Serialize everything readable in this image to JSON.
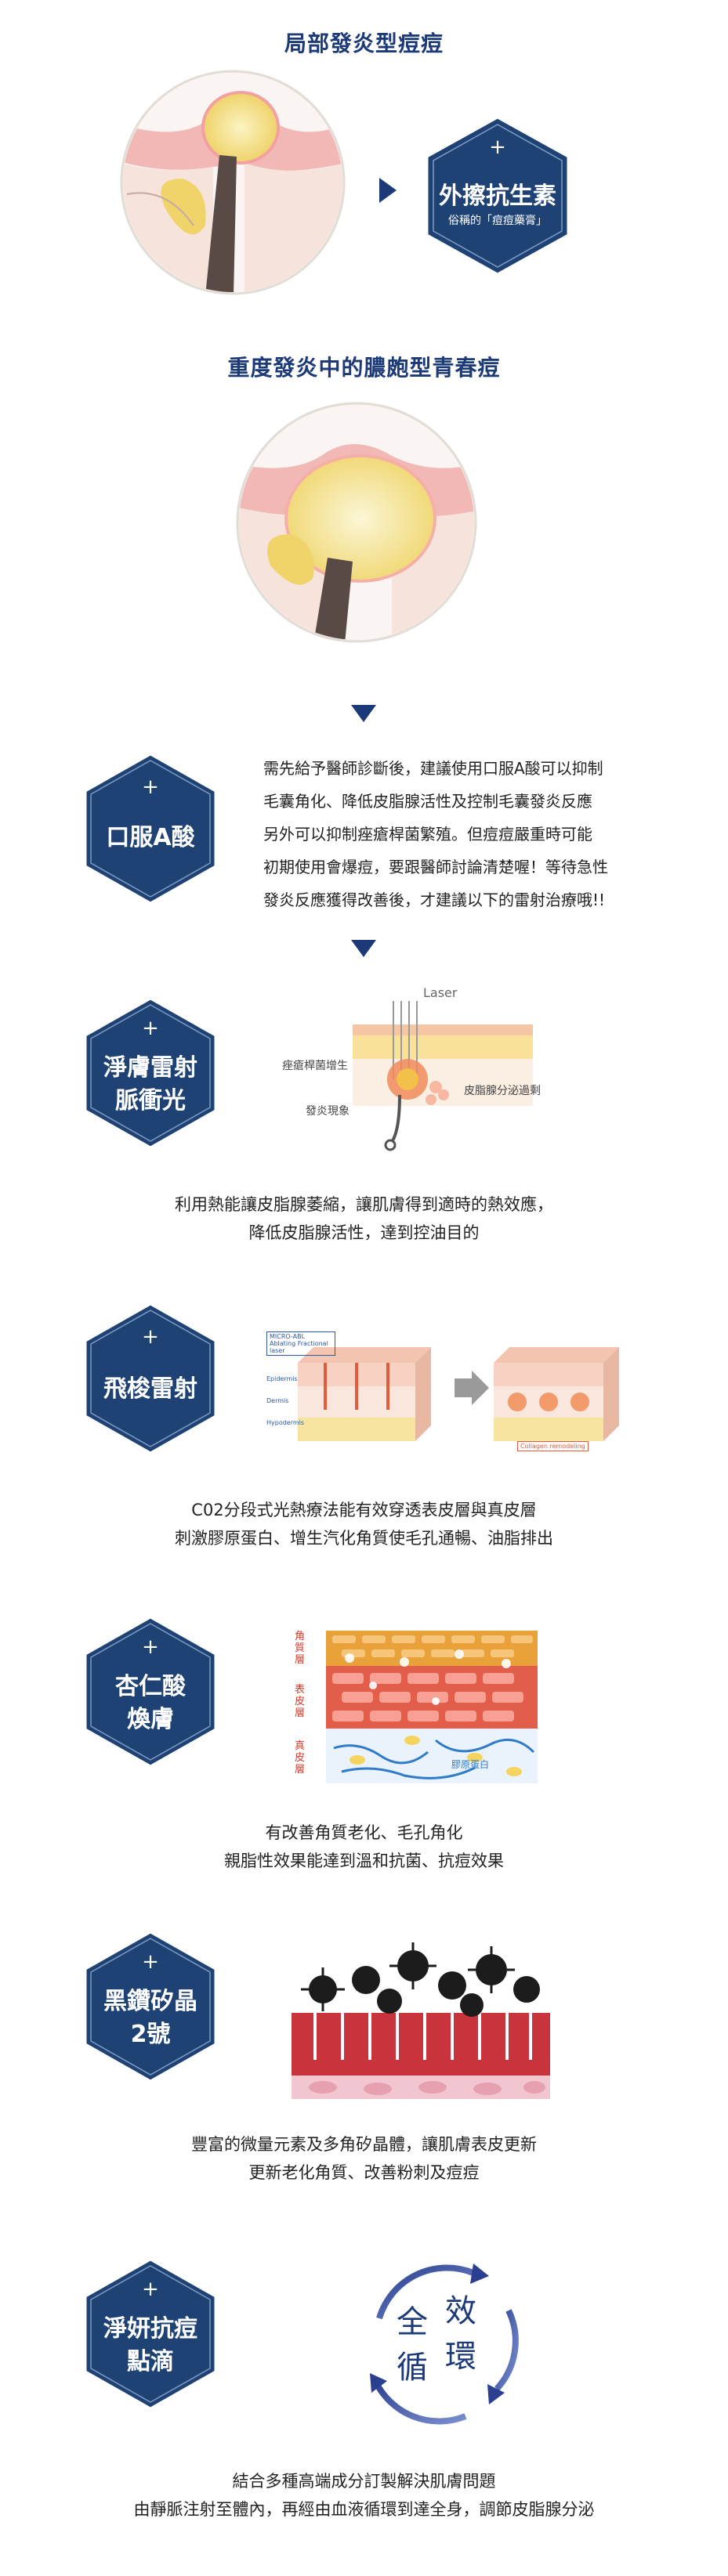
{
  "sections": {
    "local_acne": {
      "heading": "局部發炎型痘痘"
    },
    "topical": {
      "title": "外擦抗生素",
      "subtitle": "俗稱的「痘痘藥膏」"
    },
    "severe_acne": {
      "heading": "重度發炎中的膿皰型青春痘"
    },
    "oral": {
      "title": "口服A酸",
      "lines": [
        "需先給予醫師診斷後，建議使用口服A酸可以抑制",
        "毛囊角化、降低皮脂腺活性及控制毛囊發炎反應",
        "另外可以抑制痤瘡桿菌繁殖。但痘痘嚴重時可能",
        "初期使用會爆痘，要跟醫師討論清楚喔！等待急性",
        "發炎反應獲得改善後，才建議以下的雷射治療哦!!"
      ]
    },
    "laser_pulse": {
      "title_lines": [
        "淨膚雷射",
        "脈衝光"
      ],
      "diagram_labels": {
        "laser": "Laser",
        "bacteria": "痤瘡桿菌增生",
        "inflammation": "發炎現象",
        "sebum": "皮脂腺分泌過剩"
      },
      "desc": [
        "利用熱能讓皮脂腺萎縮，讓肌膚得到適時的熱效應，",
        "降低皮脂腺活性，達到控油目的"
      ]
    },
    "fraxel": {
      "title": "飛梭雷射",
      "diagram_labels": {
        "tag1": "MICRO-ABL Ablating Fractional laser",
        "tag2": "Collagen remodeling",
        "layer1": "Epidermis",
        "layer2": "Dermis",
        "layer3": "Hypodermis"
      },
      "desc": [
        "C02分段式光熱療法能有效穿透表皮層與真皮層",
        "刺激膠原蛋白、增生汽化角質使毛孔通暢、油脂排出"
      ]
    },
    "mandelic": {
      "title_lines": [
        "杏仁酸",
        "煥膚"
      ],
      "diagram_labels": {
        "stratum": "角質層",
        "epidermis": "表皮層",
        "dermis": "真皮層",
        "collagen": "膠原蛋白"
      },
      "desc": [
        "有改善角質老化、毛孔角化",
        "親脂性效果能達到溫和抗菌、抗痘效果"
      ]
    },
    "black_diamond": {
      "title_lines": [
        "黑鑽矽晶",
        "2號"
      ],
      "desc": [
        "豐富的微量元素及多角矽晶體，讓肌膚表皮更新",
        "更新老化角質、改善粉刺及痘痘"
      ]
    },
    "iv_drip": {
      "title_lines": [
        "淨妍抗痘",
        "點滴"
      ],
      "cycle_chars": [
        "全",
        "效",
        "循",
        "環"
      ],
      "desc": [
        "結合多種高端成分訂製解決肌膚問題",
        "由靜脈注射至體內，再經由血液循環到達全身，調節皮脂腺分泌"
      ]
    }
  },
  "plus_symbol": "+",
  "colors": {
    "navy": "#1c3a78",
    "hex_fill": "#1f4274",
    "skin_pink": "#f2c6c0",
    "pus_yellow": "#f6e58a"
  }
}
